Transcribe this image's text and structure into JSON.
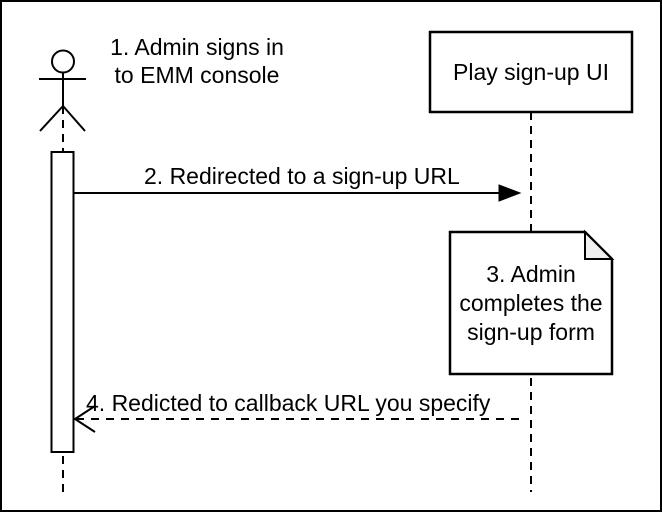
{
  "diagram": {
    "actor": {
      "label": "1. Admin signs in\nto EMM console"
    },
    "play_ui": {
      "label": "Play sign-up UI"
    },
    "messages": {
      "m2": {
        "label": "2. Redirected to a sign-up URL"
      },
      "m4": {
        "label": "4. Redicted to callback URL you specify"
      }
    },
    "note": {
      "label": "3. Admin\ncompletes the\nsign-up form"
    },
    "colors": {
      "stroke": "#000000",
      "background": "#ffffff",
      "note_fill": "#ffffff",
      "note_fold_fill": "#f0f0f0"
    }
  }
}
